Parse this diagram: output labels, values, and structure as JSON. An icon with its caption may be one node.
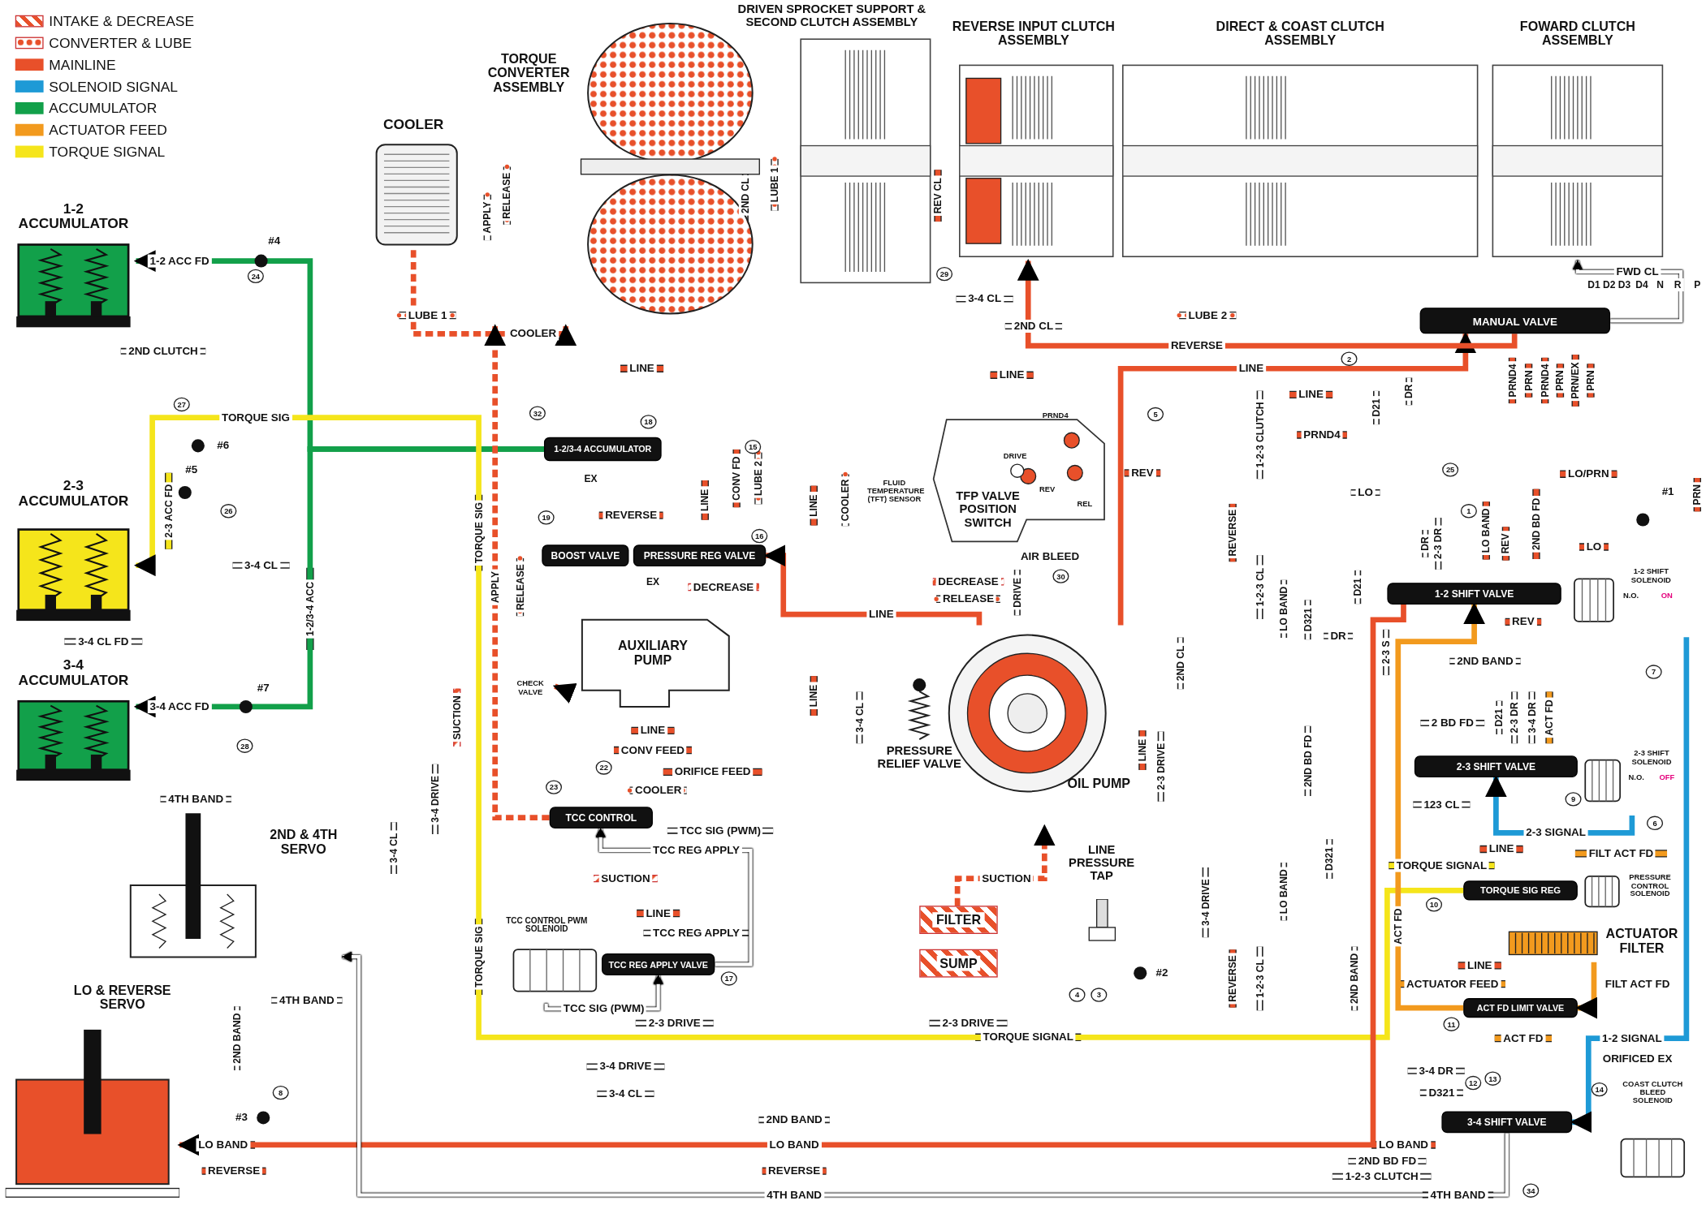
{
  "diagram": {
    "nodes": [
      {
        "text": [
          "COOLER"
        ]
      },
      {
        "text": [
          "TORQUE CONVERTER ASSEMBLY"
        ]
      },
      {
        "text": [
          "DRIVEN SPROCKET SUPPORT & SECOND CLUTCH ASSEMBLY"
        ]
      },
      {
        "text": [
          "REVERSE INPUT CLUTCH ASSEMBLY"
        ]
      },
      {
        "text": [
          "DIRECT & COAST CLUTCH ASSEMBLY"
        ]
      },
      {
        "text": [
          "FOWARD CLUTCH ASSEMBLY"
        ]
      },
      {
        "text": [
          "1-2 ACCUMULATOR"
        ]
      },
      {
        "text": [
          "2-3 ACCUMULATOR"
        ]
      },
      {
        "text": [
          "3-4 ACCUMULATOR"
        ]
      },
      {
        "text": [
          "2ND & 4TH SERVO"
        ]
      },
      {
        "text": [
          "LO & REVERSE SERVO"
        ]
      },
      {
        "text": [
          "1-2/3-4 ACCUMULATOR"
        ]
      },
      {
        "text": [
          "BOOST VALVE"
        ]
      },
      {
        "text": [
          "PRESSURE REG VALVE"
        ]
      },
      {
        "text": [
          "AUXILIARY PUMP"
        ]
      },
      {
        "text": [
          "TCC CONTROL"
        ]
      },
      {
        "text": [
          "TCC REG APPLY VALVE"
        ]
      },
      {
        "text": [
          "TCC CONTROL PWM SOLENOID"
        ]
      },
      {
        "text": [
          "TFP VALVE POSITION SWITCH",
          "PRND4",
          "DRIVE",
          "REV",
          "REL"
        ]
      },
      {
        "text": [
          "PRESSURE RELIEF VALVE"
        ]
      },
      {
        "text": [
          "OIL PUMP"
        ]
      },
      {
        "text": [
          "FILTER"
        ]
      },
      {
        "text": [
          "SUMP"
        ]
      },
      {
        "text": [
          "LINE PRESSURE TAP"
        ]
      },
      {
        "text": [
          "MANUAL VALVE"
        ]
      },
      {
        "text": [
          "1-2 SHIFT VALVE"
        ]
      },
      {
        "text": [
          "1-2 SHIFT SOLENOID",
          "N.O.",
          "ON"
        ]
      },
      {
        "text": [
          "2-3 SHIFT VALVE"
        ]
      },
      {
        "text": [
          "2-3 SHIFT SOLENOID",
          "N.O.",
          "OFF"
        ]
      },
      {
        "text": [
          "TORQUE SIG REG"
        ]
      },
      {
        "text": [
          "PRESSURE CONTROL SOLENOID"
        ]
      },
      {
        "text": [
          "ACTUATOR FILTER"
        ]
      },
      {
        "text": [
          "ACT FD LIMIT VALVE"
        ]
      },
      {
        "text": [
          "3-4 SHIFT VALVE"
        ]
      },
      {
        "text": [
          "COAST CLUTCH BLEED SOLENOID"
        ]
      },
      {
        "text": [
          "FLUID TEMPERATURE (TFT) SENSOR"
        ]
      },
      {
        "text": [
          "CHECK VALVE"
        ]
      }
    ],
    "edges": [
      {
        "from": 21,
        "to": 20,
        "arrow": "to",
        "label": "SUCTION",
        "style": "dashed",
        "color": "#e8502a"
      },
      {
        "from": 20,
        "to": 13,
        "arrow": "to",
        "label": "LINE",
        "color": "#e8502a"
      },
      {
        "from": 20,
        "to": 24,
        "arrow": "to",
        "label": "LINE",
        "color": "#e8502a"
      },
      {
        "from": 0,
        "to": 1,
        "arrow": "to",
        "label": "COOLER",
        "style": "dashed",
        "color": "#e8502a"
      },
      {
        "from": 11,
        "to": 6,
        "arrow": "to",
        "label": "1-2 ACC FD",
        "color": "#12a04a"
      },
      {
        "from": 11,
        "to": 8,
        "arrow": "to",
        "label": "3-4 ACC FD",
        "color": "#12a04a"
      },
      {
        "from": 29,
        "to": 7,
        "arrow": "to",
        "label": "TORQUE SIG",
        "color": "#f5e51b"
      },
      {
        "from": 25,
        "to": 10,
        "arrow": "to",
        "label": "LO BAND",
        "color": "#e8502a"
      },
      {
        "from": 33,
        "to": 9,
        "arrow": "to",
        "label": "4TH BAND",
        "color": "#ffffff"
      },
      {
        "from": 24,
        "to": 3,
        "arrow": "to",
        "label": "REVERSE",
        "color": "#e8502a"
      },
      {
        "from": 24,
        "to": 5,
        "arrow": "to",
        "label": "FWD CL",
        "color": "#ffffff"
      },
      {
        "from": 26,
        "to": 33,
        "arrow": "to",
        "label": "1-2 SIGNAL",
        "color": "#1e9ad6"
      },
      {
        "from": 28,
        "to": 27,
        "arrow": "to",
        "label": "2-3 SIGNAL",
        "color": "#1e9ad6"
      },
      {
        "from": 31,
        "to": 32,
        "arrow": "to",
        "color": "#f29a1e"
      },
      {
        "from": 32,
        "to": 25,
        "arrow": "to",
        "label": "ACT FD",
        "color": "#f29a1e"
      },
      {
        "from": 16,
        "to": 15,
        "arrow": "to",
        "label": "TCC REG APPLY",
        "color": "#ffffff"
      },
      {
        "from": 17,
        "to": 16,
        "arrow": "to",
        "label": "TCC SIG (PWM)",
        "color": "#ffffff"
      },
      {
        "from": 15,
        "to": 1,
        "arrow": "to",
        "label": "APPLY",
        "style": "dashed",
        "color": "#e8502a"
      },
      {
        "from": 14,
        "to": 36,
        "arrow": "to",
        "color": "#e8502a"
      }
    ],
    "labels": [
      "LUBE 1",
      "2ND CLUTCH",
      "3-4 CL",
      "3-4 CL FD",
      "4TH BAND",
      "2-3 ACC FD",
      "1-2/3-4 ACC",
      "3-4 DRIVE",
      "3-4 CL",
      "2ND BAND",
      "4TH BAND",
      "TORQUE SIG",
      "TORQUE SIG",
      "APPLY",
      "RELEASE",
      "RELEASE",
      "SUCTION",
      "2ND CL",
      "LUBE 1",
      "REV CL",
      "3-4 CL",
      "2ND CL",
      "LINE",
      "LINE",
      "LUBE 2",
      "1-2-3 CLUTCH",
      "REVERSE",
      "CONV FD",
      "LUBE 2",
      "LINE",
      "LINE",
      "COOLER",
      "DECREASE",
      "DECREASE",
      "RELEASE",
      "LINE",
      "CONV FEED",
      "ORIFICE FEED",
      "COOLER",
      "LINE",
      "3-4 CL",
      "TCC SIG (PWM)",
      "SUCTION",
      "LINE",
      "TCC REG APPLY",
      "2-3 DRIVE",
      "2-3 DRIVE",
      "TORQUE SIGNAL",
      "3-4 DRIVE",
      "3-4 CL",
      "2ND BAND",
      "LO BAND",
      "REVERSE",
      "REVERSE",
      "4TH BAND",
      "AIR BLEED",
      "DRIVE",
      "REV",
      "LINE",
      "2-3 DRIVE",
      "2ND CL",
      "3-4 DRIVE",
      "REVERSE",
      "1-2-3 CL",
      "LO BAND",
      "REVERSE",
      "1-2-3 CL",
      "LO BAND",
      "D321",
      "2ND BD FD",
      "D321",
      "D21",
      "2ND BAND",
      "2-3 S",
      "D21",
      "DR",
      "PRND4",
      "PRN",
      "PRND4",
      "PRN",
      "PRN/EX",
      "PRN",
      "PRND4",
      "LINE",
      "LO/PRN",
      "LO",
      "LO",
      "PRN",
      "DR",
      "2-3 DR",
      "LO BAND",
      "REV",
      "2ND BD FD",
      "DR",
      "REV",
      "2ND BAND",
      "2 BD FD",
      "D21",
      "2-3 DR",
      "3-4 DR",
      "ACT FD",
      "123 CL",
      "LINE",
      "FILT ACT FD",
      "TORQUE SIGNAL",
      "LINE",
      "ACTUATOR FEED",
      "FILT ACT FD",
      "ACT FD",
      "ORIFICED EX",
      "3-4 DR",
      "D321",
      "LO BAND",
      "2ND BD FD",
      "1-2-3 CLUTCH",
      "D1",
      "D2",
      "D3",
      "D4",
      "N",
      "R",
      "P",
      "#1",
      "#2",
      "#3",
      "#4",
      "#5",
      "#6",
      "#7",
      "24",
      "27",
      "26",
      "28",
      "8",
      "32",
      "18",
      "19",
      "15",
      "16",
      "23",
      "22",
      "29",
      "30",
      "2",
      "5",
      "25",
      "1",
      "7",
      "6",
      "9",
      "10",
      "11",
      "12",
      "13",
      "14",
      "34",
      "4",
      "3",
      "17",
      "EX",
      "EX"
    ],
    "legend": [
      {
        "text": "INTAKE & DECREASE"
      },
      {
        "text": "CONVERTER & LUBE"
      },
      {
        "text": "MAINLINE",
        "color": "#e8502a"
      },
      {
        "text": "SOLENOID SIGNAL",
        "color": "#1e9ad6"
      },
      {
        "text": "ACCUMULATOR",
        "color": "#12a04a"
      },
      {
        "text": "ACTUATOR FEED",
        "color": "#f29a1e"
      },
      {
        "text": "TORQUE SIGNAL",
        "color": "#f5e51b"
      }
    ]
  }
}
